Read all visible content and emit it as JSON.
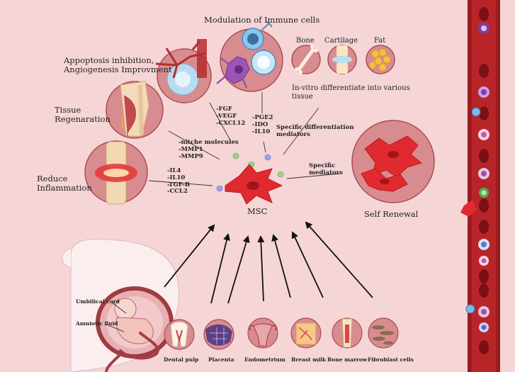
{
  "labels": {
    "modulation": "Modulation of Immune cells",
    "apoptosis": "Appoptosis inhibition,\nAngiogenesis Improvment",
    "tissue_regen": "Tissue\nRegenaration",
    "reduce_inflammation": "Reduce\nInflammation",
    "bone": "Bone",
    "cartilage": "Cartilage",
    "fat": "Fat",
    "in_vitro": "In-vitro differentiate into various\ntissue",
    "specific_diff": "Specific differentiation\nmediators",
    "specific_mediators": "Specific\nmediators",
    "self_renewal": "Self Renewal",
    "msc": "MSC",
    "umbilical_cord": "Umbilical cord",
    "amniotic_fluid": "Amniotic fluid"
  },
  "mediator_lists": {
    "angiogenic": "-FGF\n-VEGF\n-CXCL12",
    "immune": "-PGE2\n-IDO\n-IL10",
    "niche": "-nitche molecules\n-MMP1\n-MMP9",
    "anti_inflammatory": "-IL4\n-IL10\n-TGF-B\n-CCL2"
  },
  "sources": [
    "Dental pulp",
    "Placenta",
    "Endometrium",
    "Breast milk",
    "Bone marrow",
    "Fibroblast cells"
  ],
  "colors": {
    "background": "#f6d5d7",
    "circle_fill": "#d98c8f",
    "circle_stroke": "#a84e52",
    "msc_cell": "#e02a2f",
    "vessel": "#9b1b1e",
    "mediator_dot_green": "#9ed48a",
    "mediator_dot_blue": "#9aa6e6"
  },
  "icons": {
    "bone": "bone-icon",
    "cartilage": "knee-joint-icon",
    "fat": "adipocyte-icon",
    "msc": "stem-cell-icon"
  }
}
